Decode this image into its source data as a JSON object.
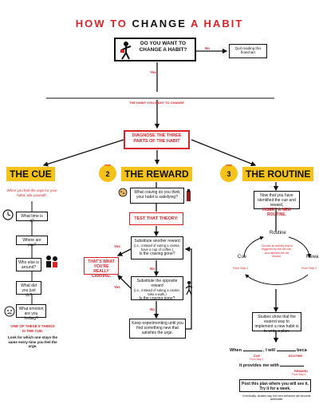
{
  "title": {
    "part1": "HOW TO",
    "part2": "CHANGE",
    "part3": "A HABIT"
  },
  "top": {
    "question": "DO YOU WANT TO CHANGE A HABIT?",
    "no_label": "No",
    "no_result": "Quit reading this flowchart",
    "yes_label": "Yes",
    "habit_line_label": "THE HABIT YOU WANT TO CHANGE"
  },
  "diagnose": "DIAGNOSE THE THREE PARTS OF THE HABIT",
  "cue": {
    "heading": "THE CUE",
    "intro": "When you feel the urge for your habit, ask yourself:",
    "questions": [
      "What time is it?",
      "Where are you?",
      "Who else is around?",
      "What did you just do?",
      "What emotion are you feeling?"
    ],
    "note": "ONE OF THESE 5 THINGS IS THE CUE.",
    "advice": "Look for which one stays the same every time you feel the urge."
  },
  "reward": {
    "step_word": "STEP",
    "step_number": "2",
    "heading": "THE REWARD",
    "question": "What craving do you think your habit is satisfying?",
    "test": "TEST THAT THEORY:",
    "sub1": "Substitute another reward",
    "sub1_detail": "(i.e., instead of eating a cookie, have a cup of coffee.)",
    "sub1_q": "Is the craving gone?",
    "craving_result": "THAT'S WHAT YOU'RE REALLY CRAVING.",
    "yes1": "Yes",
    "no1": "No",
    "sub2": "Substitute the opposite reward",
    "sub2_detail": "(i.e., instead of eating a cookie, take a walk.)",
    "sub2_q": "Is the craving gone?",
    "yes2": "Yes",
    "no2": "No",
    "keep": "Keep experimenting until you find something new that satisfies the urge."
  },
  "routine": {
    "step_word": "STEP",
    "step_number": "3",
    "heading": "THE ROUTINE",
    "intro": "Now that you have identified the cue and reward,",
    "intro_action": "INSERT A NEW ROUTINE.",
    "loop_top": "Routine",
    "loop_left": "Cue",
    "loop_right": "Rewa",
    "loop_center": "Choose an activity that is triggered by the old cue, and delivers the old reward.",
    "from_step1": "From Step 1",
    "from_step2": "From Step 2",
    "studies": "Studies show that the easiest way to implement a new habit is to write a plan:",
    "plan_when": "When",
    "plan_will": ", I will",
    "plan_because": "beca",
    "plan_cue": "CUE",
    "plan_routine": "ROUTINE",
    "plan_cue_from": "From Step 1",
    "plan_provides": "it provides me with",
    "plan_reward": "REWARD",
    "plan_reward_from": "From Step 2",
    "final_box": "Post this plan where you will see it. Try it for a week.",
    "final_note": "Eventually, studies say, the new behavior will become automatic."
  },
  "colors": {
    "accent": "#d8232a",
    "highlight": "#f5c21a"
  },
  "icons": [
    "man-figure-icon",
    "clock-icon",
    "people-icon",
    "emotion-face-icon",
    "cookie-icon",
    "coffee-icon",
    "walk-figure-icon"
  ]
}
